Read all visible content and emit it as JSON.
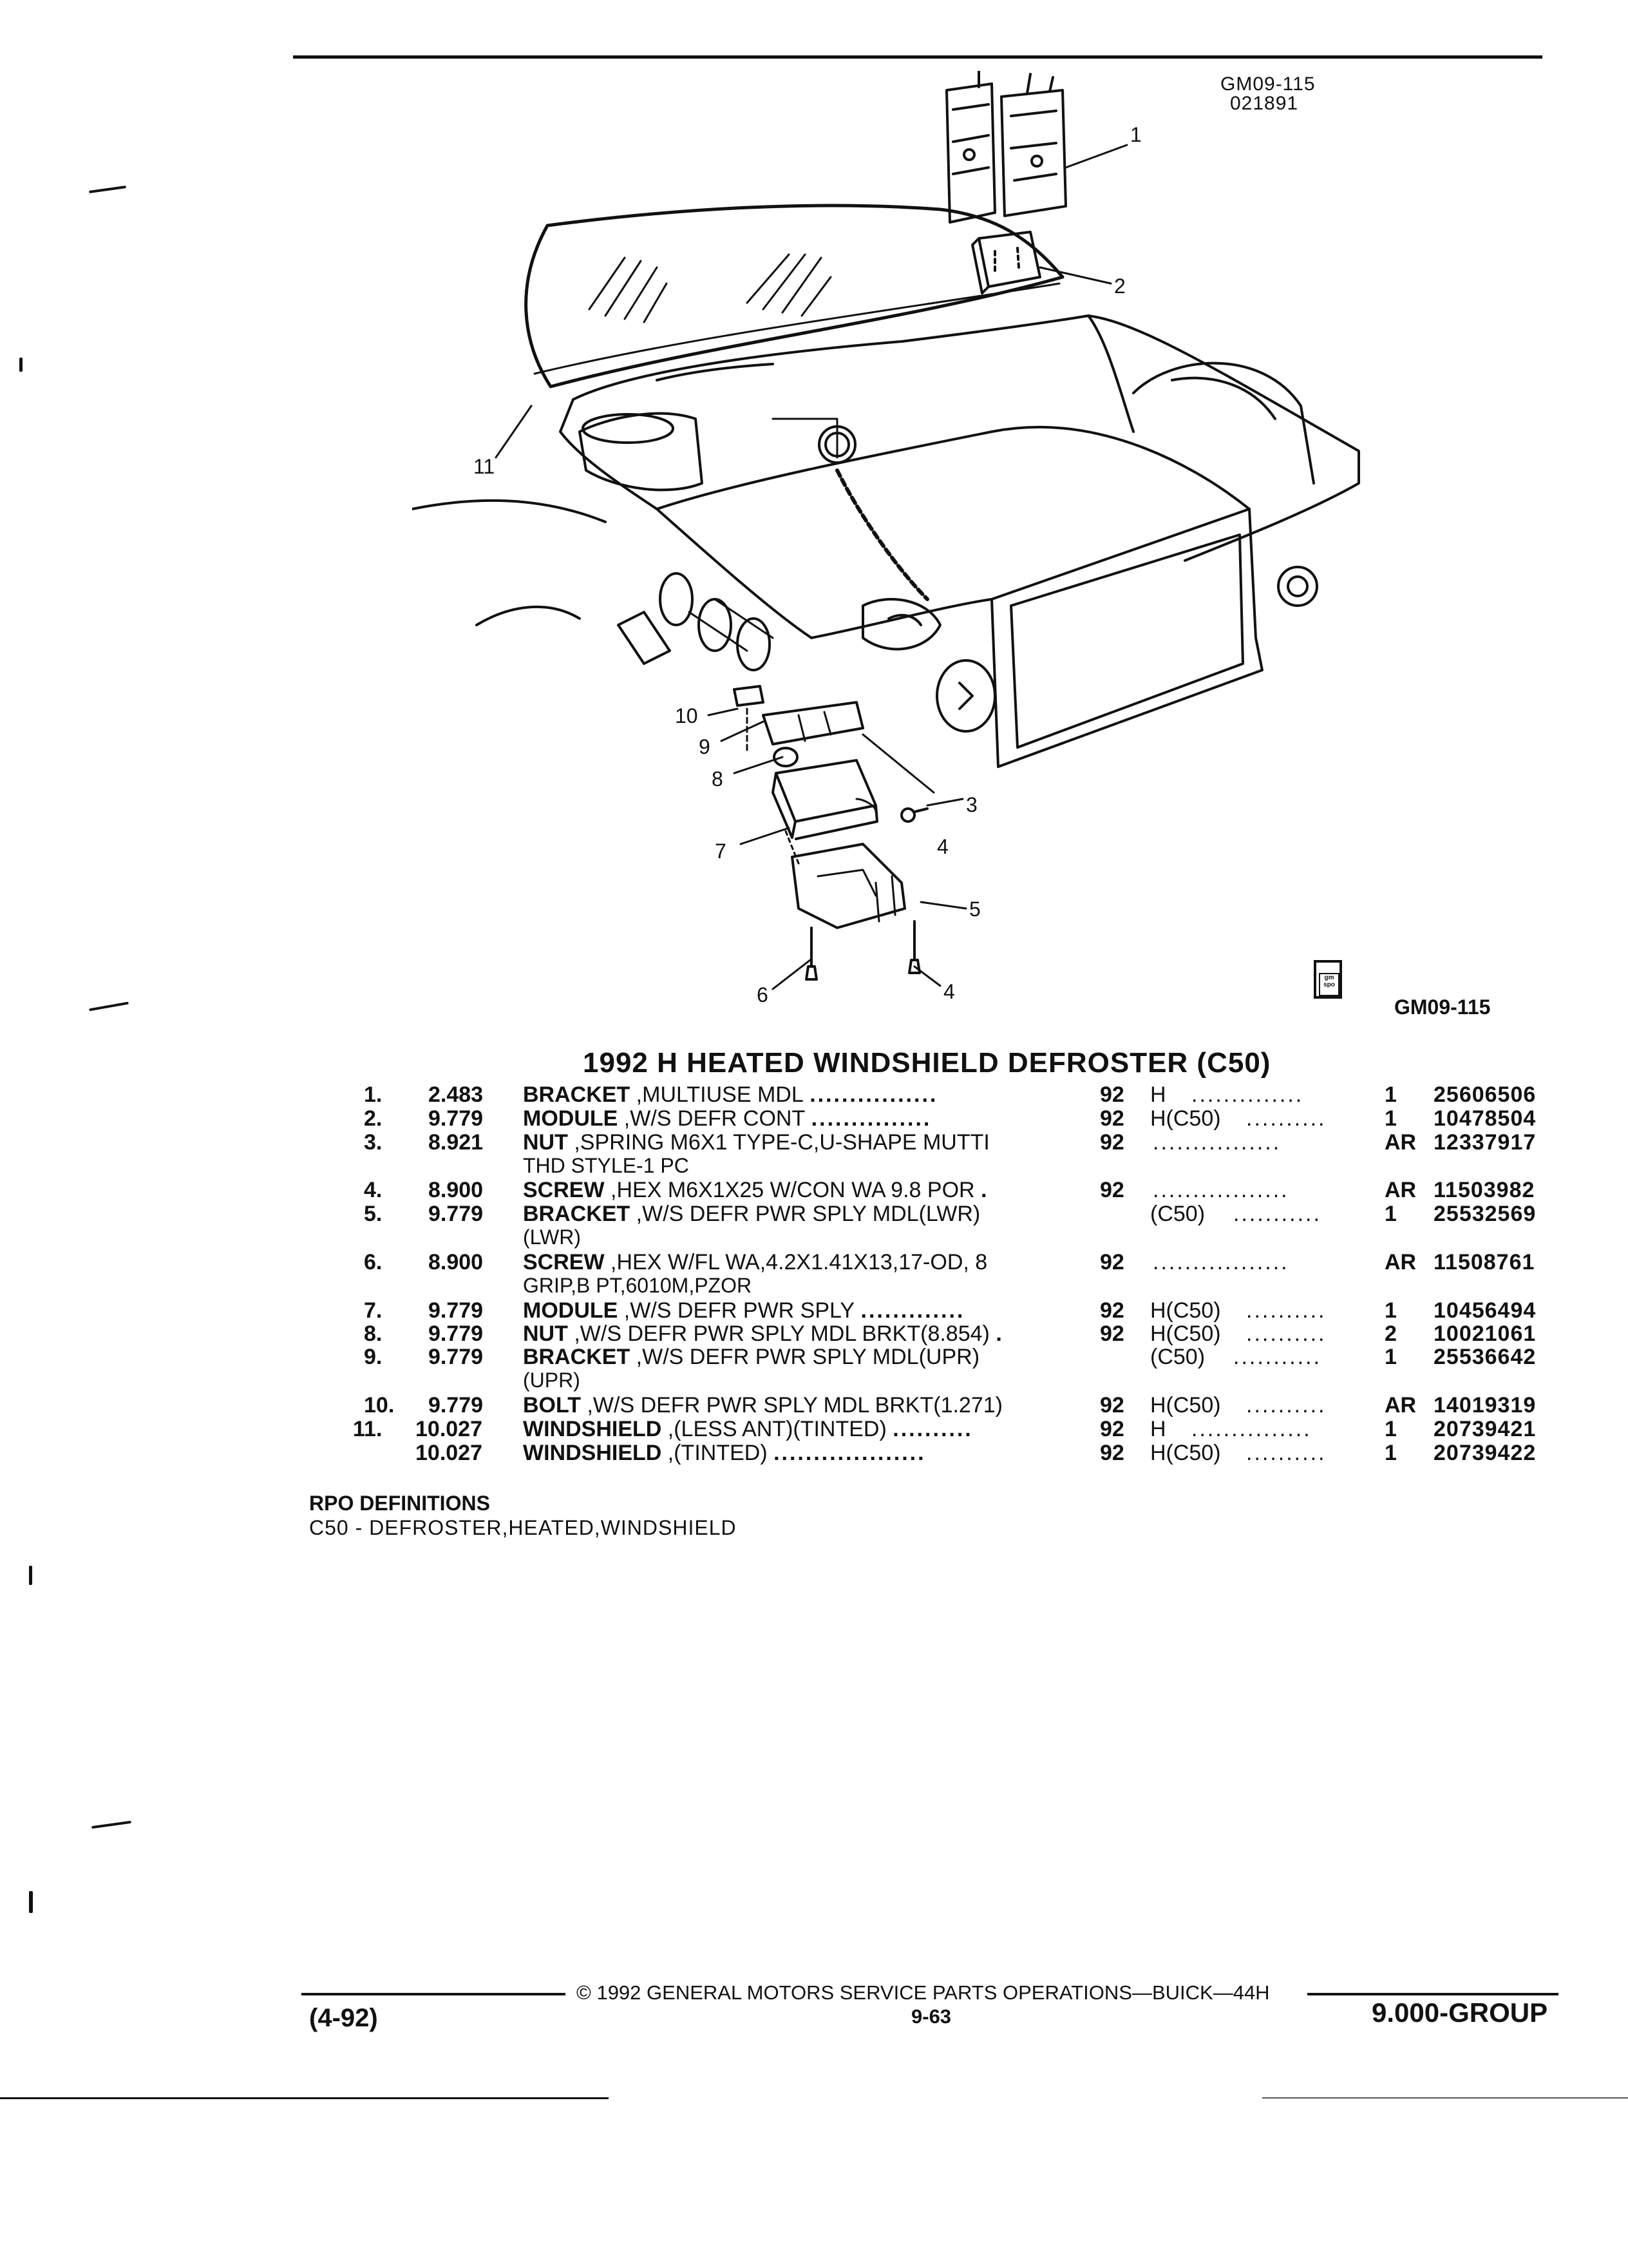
{
  "header": {
    "code_line1": "GM09-115",
    "code_line2": "021891"
  },
  "illustration": {
    "callouts": [
      "1",
      "2",
      "3",
      "4",
      "5",
      "6",
      "4",
      "7",
      "8",
      "9",
      "10",
      "11"
    ]
  },
  "icon_code": "GM09-115",
  "icon_text": "gm spo",
  "title": "1992 H HEATED WINDSHIELD DEFROSTER (C50)",
  "parts": [
    {
      "no": "1.",
      "group": "2.483",
      "name": "BRACKET",
      "desc": ",MULTIUSE MDL",
      "cont": "",
      "dots": "................",
      "year": "92",
      "series": "H",
      "qty": "1",
      "part": "25606506"
    },
    {
      "no": "2.",
      "group": "9.779",
      "name": "MODULE",
      "desc": ",W/S DEFR CONT",
      "cont": "",
      "dots": "...............",
      "year": "92",
      "series": "H(C50)",
      "qty": "1",
      "part": "10478504"
    },
    {
      "no": "3.",
      "group": "8.921",
      "name": "NUT",
      "desc": ",SPRING M6X1 TYPE-C,U-SHAPE MUTTI",
      "cont": "THD STYLE-1 PC",
      "dots": "",
      "year": "92",
      "series": "",
      "qty": "AR",
      "part": "12337917"
    },
    {
      "no": "4.",
      "group": "8.900",
      "name": "SCREW",
      "desc": ",HEX M6X1X25 W/CON WA 9.8 POR",
      "cont": "",
      "dots": ".",
      "year": "92",
      "series": "",
      "qty": "AR",
      "part": "11503982"
    },
    {
      "no": "5.",
      "group": "9.779",
      "name": "BRACKET",
      "desc": ",W/S DEFR PWR SPLY MDL(LWR)",
      "cont": "(LWR)",
      "dots": "",
      "year": "",
      "series": "(C50)",
      "qty": "1",
      "part": "25532569"
    },
    {
      "no": "6.",
      "group": "8.900",
      "name": "SCREW",
      "desc": ",HEX W/FL WA,4.2X1.41X13,17-OD, 8",
      "cont": "GRIP,B PT,6010M,PZOR",
      "dots": "",
      "year": "92",
      "series": "",
      "qty": "AR",
      "part": "11508761"
    },
    {
      "no": "7.",
      "group": "9.779",
      "name": "MODULE",
      "desc": ",W/S DEFR PWR SPLY",
      "cont": "",
      "dots": ".............",
      "year": "92",
      "series": "H(C50)",
      "qty": "1",
      "part": "10456494"
    },
    {
      "no": "8.",
      "group": "9.779",
      "name": "NUT",
      "desc": ",W/S DEFR PWR SPLY MDL BRKT(8.854)",
      "cont": "",
      "dots": ".",
      "year": "92",
      "series": "H(C50)",
      "qty": "2",
      "part": "10021061"
    },
    {
      "no": "9.",
      "group": "9.779",
      "name": "BRACKET",
      "desc": ",W/S DEFR PWR SPLY MDL(UPR)",
      "cont": "(UPR)",
      "dots": "",
      "year": "",
      "series": "(C50)",
      "qty": "1",
      "part": "25536642"
    },
    {
      "no": "10.",
      "group": "9.779",
      "name": "BOLT",
      "desc": ",W/S DEFR PWR SPLY MDL BRKT(1.271)",
      "cont": "",
      "dots": "",
      "year": "92",
      "series": "H(C50)",
      "qty": "AR",
      "part": "14019319"
    },
    {
      "no": "11.",
      "group": "10.027",
      "name": "WINDSHIELD",
      "desc": ",(LESS ANT)(TINTED)",
      "cont": "",
      "dots": "..........",
      "year": "92",
      "series": "H",
      "qty": "1",
      "part": "20739421"
    },
    {
      "no": "",
      "group": "10.027",
      "name": "WINDSHIELD",
      "desc": ",(TINTED)",
      "cont": "",
      "dots": "...................",
      "year": "92",
      "series": "H(C50)",
      "qty": "1",
      "part": "20739422"
    }
  ],
  "rpo": {
    "heading": "RPO DEFINITIONS",
    "definition": "C50 - DEFROSTER,HEATED,WINDSHIELD"
  },
  "footer": {
    "copyright": "© 1992 GENERAL MOTORS SERVICE PARTS OPERATIONS—BUICK—44H",
    "page": "9-63",
    "date": "(4-92)",
    "group": "9.000-GROUP"
  }
}
